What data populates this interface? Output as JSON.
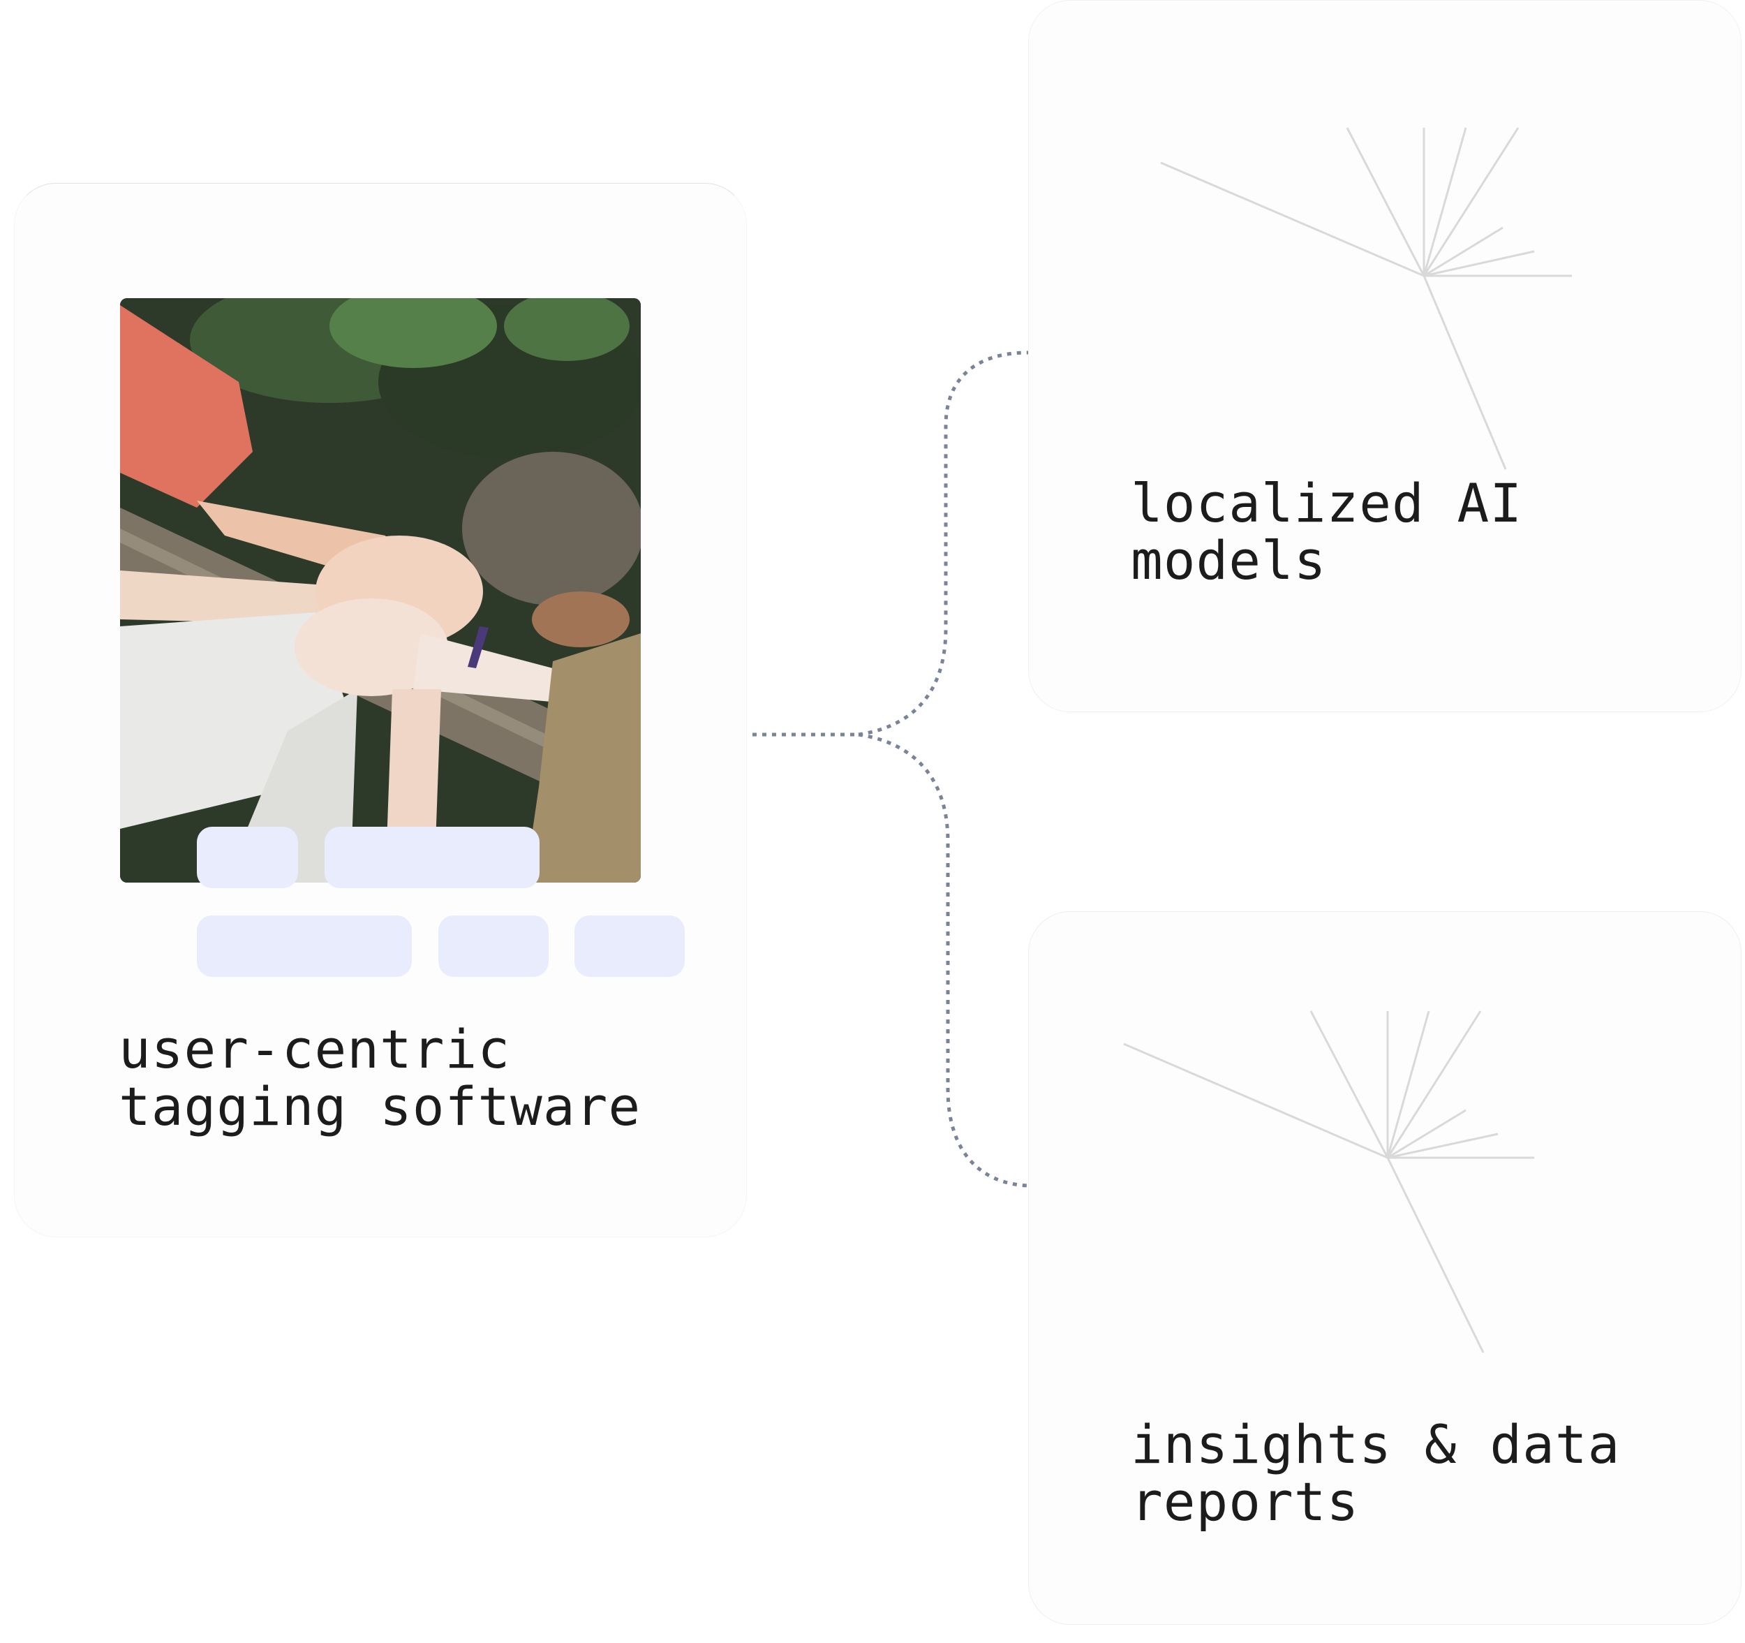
{
  "diagram": {
    "source_node": {
      "label": "user-centric\ntagging software"
    },
    "targets": [
      {
        "label": "localized AI\nmodels"
      },
      {
        "label": "insights & data\nreports"
      }
    ]
  },
  "colors": {
    "connector": "#7a8499",
    "chip": "#e8ecfd",
    "card": "#fdfdfd",
    "burst": "#d9d9d9",
    "text": "#1c1c1c"
  },
  "icons": {
    "photo": "hands-stacked-teamwork-photo",
    "burst": "starburst-lines-icon"
  }
}
